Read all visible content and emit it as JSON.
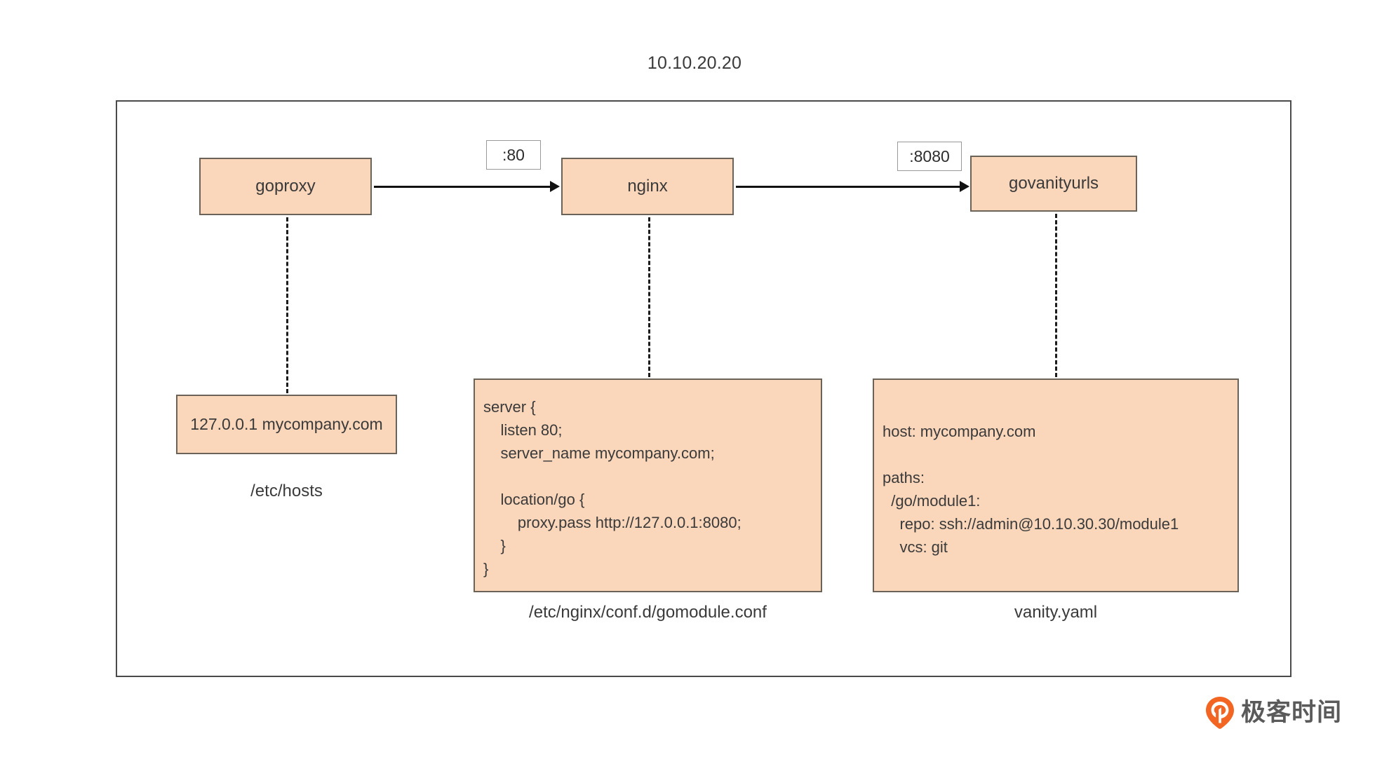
{
  "title": "10.10.20.20",
  "nodes": [
    {
      "id": "goproxy",
      "label": "goproxy"
    },
    {
      "id": "nginx",
      "label": "nginx"
    },
    {
      "id": "govanityurls",
      "label": "govanityurls"
    }
  ],
  "edges": [
    {
      "from": "goproxy",
      "to": "nginx",
      "port_label": ":80"
    },
    {
      "from": "nginx",
      "to": "govanityurls",
      "port_label": ":8080"
    }
  ],
  "artifacts": {
    "hosts": {
      "content": "127.0.0.1 mycompany.com",
      "caption": "/etc/hosts"
    },
    "nginx_conf": {
      "content": "server {\n    listen 80;\n    server_name mycompany.com;\n\n    location/go {\n        proxy.pass http://127.0.0.1:8080;\n    }\n}",
      "caption": "/etc/nginx/conf.d/gomodule.conf"
    },
    "vanity_yaml": {
      "content": "host: mycompany.com\n\npaths:\n  /go/module1:\n    repo: ssh://admin@10.10.30.30/module1\n    vcs: git",
      "caption": "vanity.yaml"
    }
  },
  "brand": {
    "name": "极客时间",
    "mark_color": "#F26522",
    "text_color": "#5a5a5a"
  },
  "colors": {
    "box_fill": "#fad6ba",
    "box_border": "#6b6258",
    "frame_border": "#4a4a4a",
    "text": "#3a3a3a",
    "connector": "#1c1c1c"
  }
}
